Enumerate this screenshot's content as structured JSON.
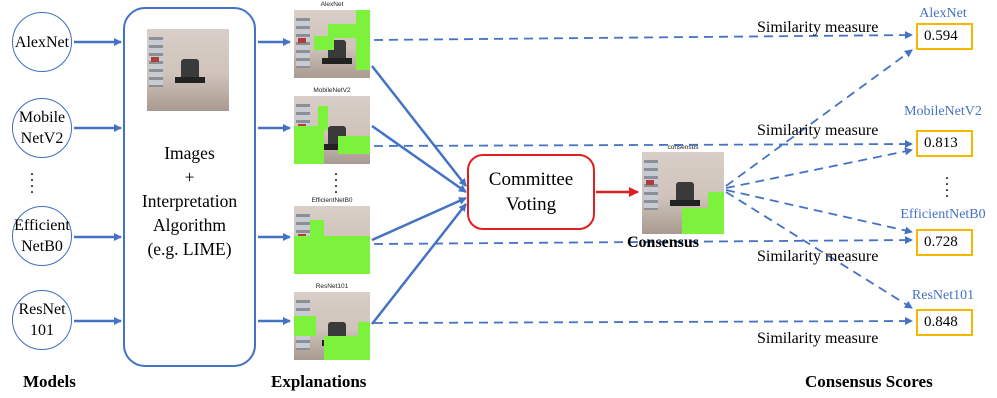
{
  "models": [
    {
      "label": "AlexNet"
    },
    {
      "label": "Mobile\nNetV2"
    },
    {
      "label": "Efficient\nNetB0"
    },
    {
      "label": "ResNet\n101"
    }
  ],
  "interpretation_box": {
    "label": "Images\n+\nInterpretation\nAlgorithm\n(e.g. LIME)"
  },
  "explanations": [
    {
      "title": "AlexNet"
    },
    {
      "title": "MobileNetV2"
    },
    {
      "title": "EfficientNetB0"
    },
    {
      "title": "ResNet101"
    }
  ],
  "committee": {
    "label": "Committee\nVoting"
  },
  "consensus": {
    "image_title": "consensus",
    "label": "Consensus"
  },
  "similarity_label": "Similarity measure",
  "scores": [
    {
      "model": "AlexNet",
      "value": "0.594"
    },
    {
      "model": "MobileNetV2",
      "value": "0.813"
    },
    {
      "model": "EfficientNetB0",
      "value": "0.728"
    },
    {
      "model": "ResNet101",
      "value": "0.848"
    }
  ],
  "bottom_labels": {
    "models": "Models",
    "explanations": "Explanations",
    "scores": "Consensus Scores"
  },
  "colors": {
    "blue": "#4472c4",
    "red": "#e02020",
    "yellow": "#f5b800",
    "green": "#7cf23c"
  }
}
